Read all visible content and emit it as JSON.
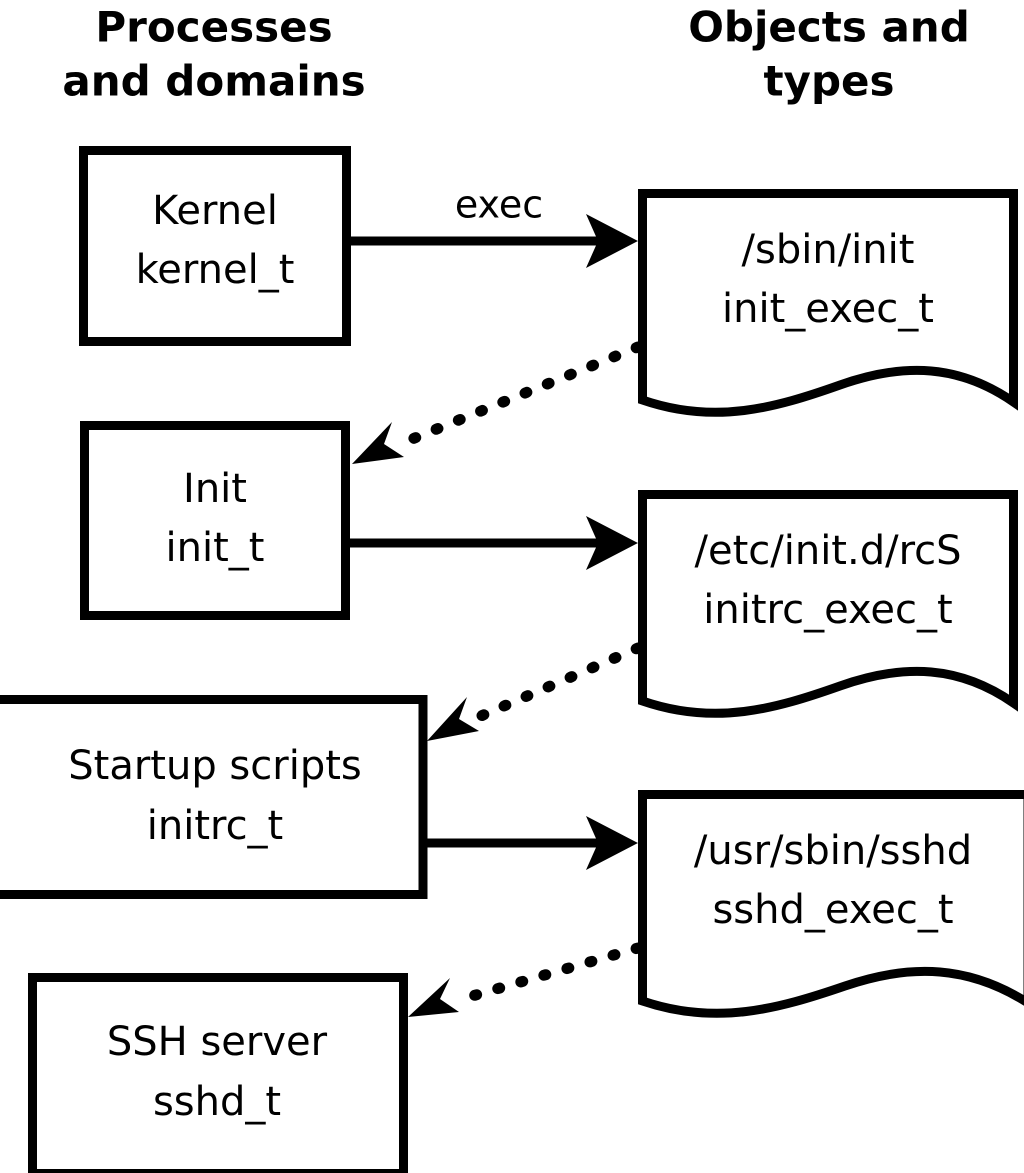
{
  "diagram": {
    "title": "SELinux process domains and object types transition diagram",
    "background_color": "#ffffff",
    "stroke_color": "#000000",
    "columns": [
      {
        "id": "left",
        "label_line1": "Processes",
        "label_line2": "and domains"
      },
      {
        "id": "right",
        "label_line1": "Objects and",
        "label_line2": "types"
      }
    ],
    "process_nodes": [
      {
        "id": "kernel",
        "shape": "rectangle",
        "line1": "Kernel",
        "line2": "kernel_t"
      },
      {
        "id": "init",
        "shape": "rectangle",
        "line1": "Init",
        "line2": "init_t"
      },
      {
        "id": "initrc",
        "shape": "rectangle",
        "line1": "Startup scripts",
        "line2": "initrc_t"
      },
      {
        "id": "sshd",
        "shape": "rectangle",
        "line1": "SSH server",
        "line2": "sshd_t"
      }
    ],
    "object_nodes": [
      {
        "id": "init_exec",
        "shape": "document",
        "line1": "/sbin/init",
        "line2": "init_exec_t"
      },
      {
        "id": "initrc_exec",
        "shape": "document",
        "line1": "/etc/init.d/rcS",
        "line2": "initrc_exec_t"
      },
      {
        "id": "sshd_exec",
        "shape": "document",
        "line1": "/usr/sbin/sshd",
        "line2": "sshd_exec_t"
      }
    ],
    "edges": [
      {
        "id": "kernel-exec-init_exec",
        "from": "kernel",
        "to": "init_exec",
        "style": "solid",
        "label": "exec"
      },
      {
        "id": "init_exec-to-init",
        "from": "init_exec",
        "to": "init",
        "style": "dotted",
        "label": ""
      },
      {
        "id": "init-exec-initrc_exec",
        "from": "init",
        "to": "initrc_exec",
        "style": "solid",
        "label": ""
      },
      {
        "id": "initrc_exec-to-initrc",
        "from": "initrc_exec",
        "to": "initrc",
        "style": "dotted",
        "label": ""
      },
      {
        "id": "initrc-exec-sshd_exec",
        "from": "initrc",
        "to": "sshd_exec",
        "style": "solid",
        "label": ""
      },
      {
        "id": "sshd_exec-to-sshd",
        "from": "sshd_exec",
        "to": "sshd",
        "style": "dotted",
        "label": ""
      }
    ]
  }
}
